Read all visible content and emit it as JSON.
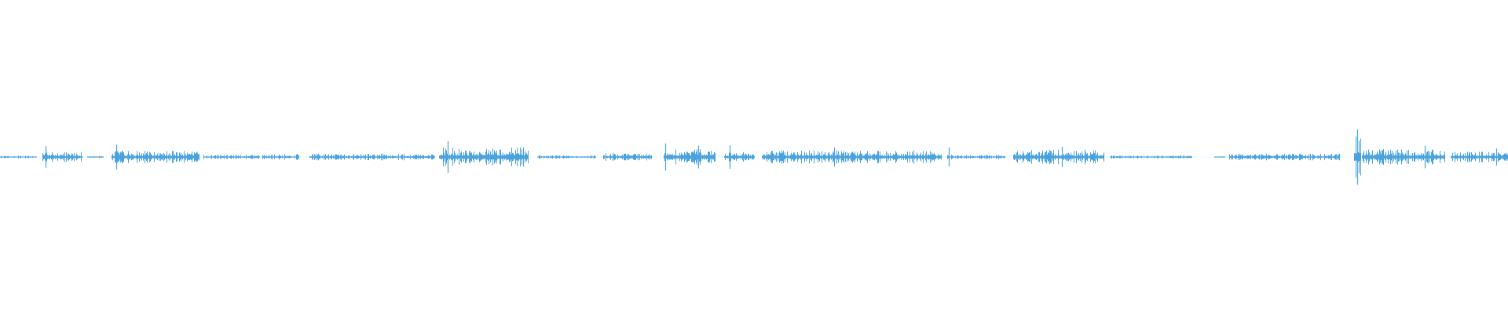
{
  "waveform": {
    "color": "#4aa3df",
    "background": "#ffffff",
    "style": "audio-waveform",
    "baseline": "horizontal-center",
    "amplitude_scale": "normalized",
    "segments": [
      {
        "start": 0.0,
        "end": 0.024,
        "amp": 0.05
      },
      {
        "start": 0.028,
        "end": 0.054,
        "amp": 0.18
      },
      {
        "start": 0.058,
        "end": 0.068,
        "amp": 0.04
      },
      {
        "start": 0.074,
        "end": 0.132,
        "amp": 0.22
      },
      {
        "start": 0.135,
        "end": 0.172,
        "amp": 0.08
      },
      {
        "start": 0.174,
        "end": 0.198,
        "amp": 0.1
      },
      {
        "start": 0.205,
        "end": 0.288,
        "amp": 0.12
      },
      {
        "start": 0.291,
        "end": 0.35,
        "amp": 0.34
      },
      {
        "start": 0.356,
        "end": 0.395,
        "amp": 0.06
      },
      {
        "start": 0.4,
        "end": 0.432,
        "amp": 0.14
      },
      {
        "start": 0.406,
        "end": 0.432,
        "amp": 0.06
      },
      {
        "start": 0.44,
        "end": 0.474,
        "amp": 0.3
      },
      {
        "start": 0.48,
        "end": 0.5,
        "amp": 0.18
      },
      {
        "start": 0.505,
        "end": 0.624,
        "amp": 0.24
      },
      {
        "start": 0.628,
        "end": 0.666,
        "amp": 0.08
      },
      {
        "start": 0.672,
        "end": 0.732,
        "amp": 0.26
      },
      {
        "start": 0.736,
        "end": 0.79,
        "amp": 0.06
      },
      {
        "start": 0.805,
        "end": 0.812,
        "amp": 0.02
      },
      {
        "start": 0.815,
        "end": 0.888,
        "amp": 0.12
      },
      {
        "start": 0.898,
        "end": 0.902,
        "amp": 0.82
      },
      {
        "start": 0.903,
        "end": 0.958,
        "amp": 0.28
      },
      {
        "start": 0.962,
        "end": 1.0,
        "amp": 0.2
      }
    ],
    "peaks": [
      {
        "at": 0.03,
        "amp": 0.38
      },
      {
        "at": 0.077,
        "amp": 0.44
      },
      {
        "at": 0.297,
        "amp": 0.56
      },
      {
        "at": 0.441,
        "amp": 0.48
      },
      {
        "at": 0.463,
        "amp": 0.4
      },
      {
        "at": 0.484,
        "amp": 0.42
      },
      {
        "at": 0.553,
        "amp": 0.34
      },
      {
        "at": 0.629,
        "amp": 0.34
      },
      {
        "at": 0.704,
        "amp": 0.36
      },
      {
        "at": 0.9,
        "amp": 0.98
      },
      {
        "at": 0.929,
        "amp": 0.26
      },
      {
        "at": 0.945,
        "amp": 0.4
      },
      {
        "at": 0.992,
        "amp": 0.3
      }
    ]
  }
}
